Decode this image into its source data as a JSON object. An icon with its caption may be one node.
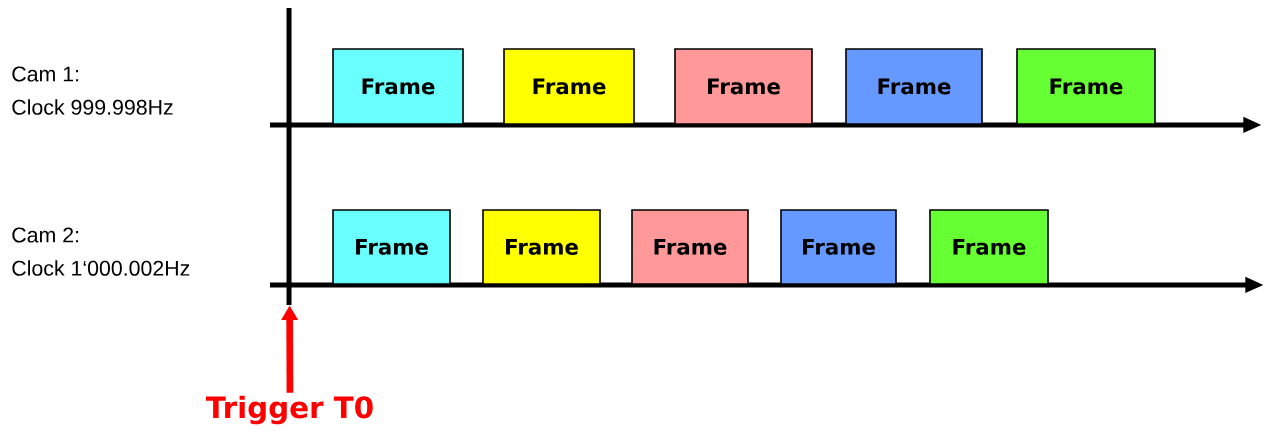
{
  "diagram": {
    "nodes": [
      {
        "text": [
          "Frame"
        ]
      },
      {
        "text": [
          "Frame"
        ]
      },
      {
        "text": [
          "Frame"
        ]
      },
      {
        "text": [
          "Frame"
        ]
      },
      {
        "text": [
          "Frame"
        ]
      },
      {
        "text": [
          "Frame"
        ]
      },
      {
        "text": [
          "Frame"
        ]
      },
      {
        "text": [
          "Frame"
        ]
      },
      {
        "text": [
          "Frame"
        ]
      },
      {
        "text": [
          "Frame"
        ]
      },
      {
        "text": [
          "Trigger T0"
        ]
      },
      {
        "text": [],
        "shape": "bar"
      }
    ],
    "edges": [
      {
        "from": 10,
        "to": 11,
        "arrow": "to",
        "color": "#ff0000"
      }
    ],
    "labels": [
      "Cam 1:",
      "Clock 999.998Hz",
      "Cam 2:",
      "Clock 1‘000.002Hz"
    ]
  }
}
